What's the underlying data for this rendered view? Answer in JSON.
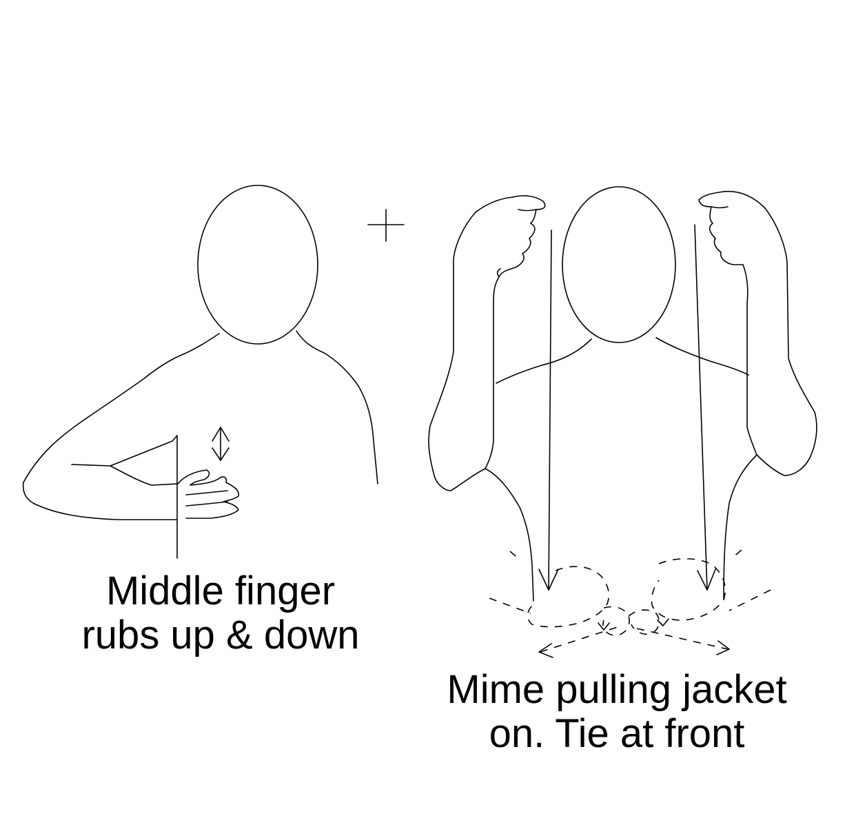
{
  "left_panel": {
    "caption_line1": "Middle finger",
    "caption_line2": "rubs up & down"
  },
  "right_panel": {
    "caption_line1": "Mime pulling jacket",
    "caption_line2": "on. Tie at front"
  },
  "colors": {
    "ink": "#000000",
    "background": "#ffffff"
  }
}
